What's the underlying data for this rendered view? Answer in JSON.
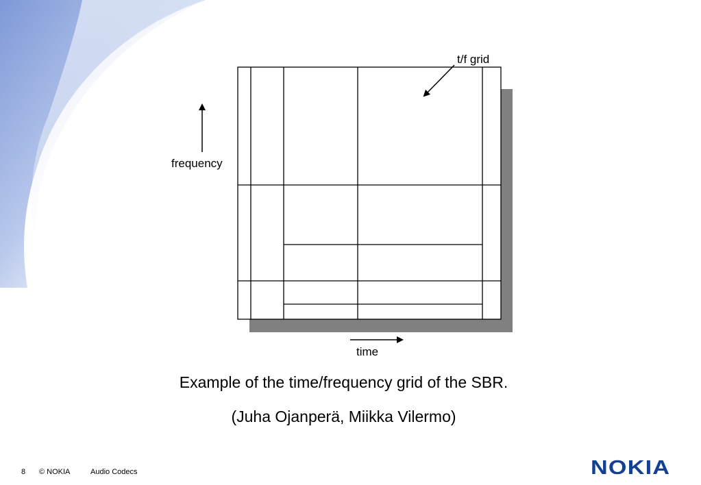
{
  "diagram": {
    "labels": {
      "grid": "t/f grid",
      "frequency": "frequency",
      "time": "time"
    }
  },
  "caption": {
    "line1": "Example of the time/frequency grid of the SBR.",
    "line2": "(Juha Ojanperä, Miikka Vilermo)"
  },
  "footer": {
    "page_number": "8",
    "copyright": "© NOKIA",
    "title": "Audio Codecs"
  },
  "logo": {
    "text": "NOKIA",
    "color": "#124191"
  },
  "colors": {
    "background": "#ffffff",
    "swoosh": "#8fa9de",
    "shadow": "#808080",
    "grid_lines": "#000000"
  }
}
